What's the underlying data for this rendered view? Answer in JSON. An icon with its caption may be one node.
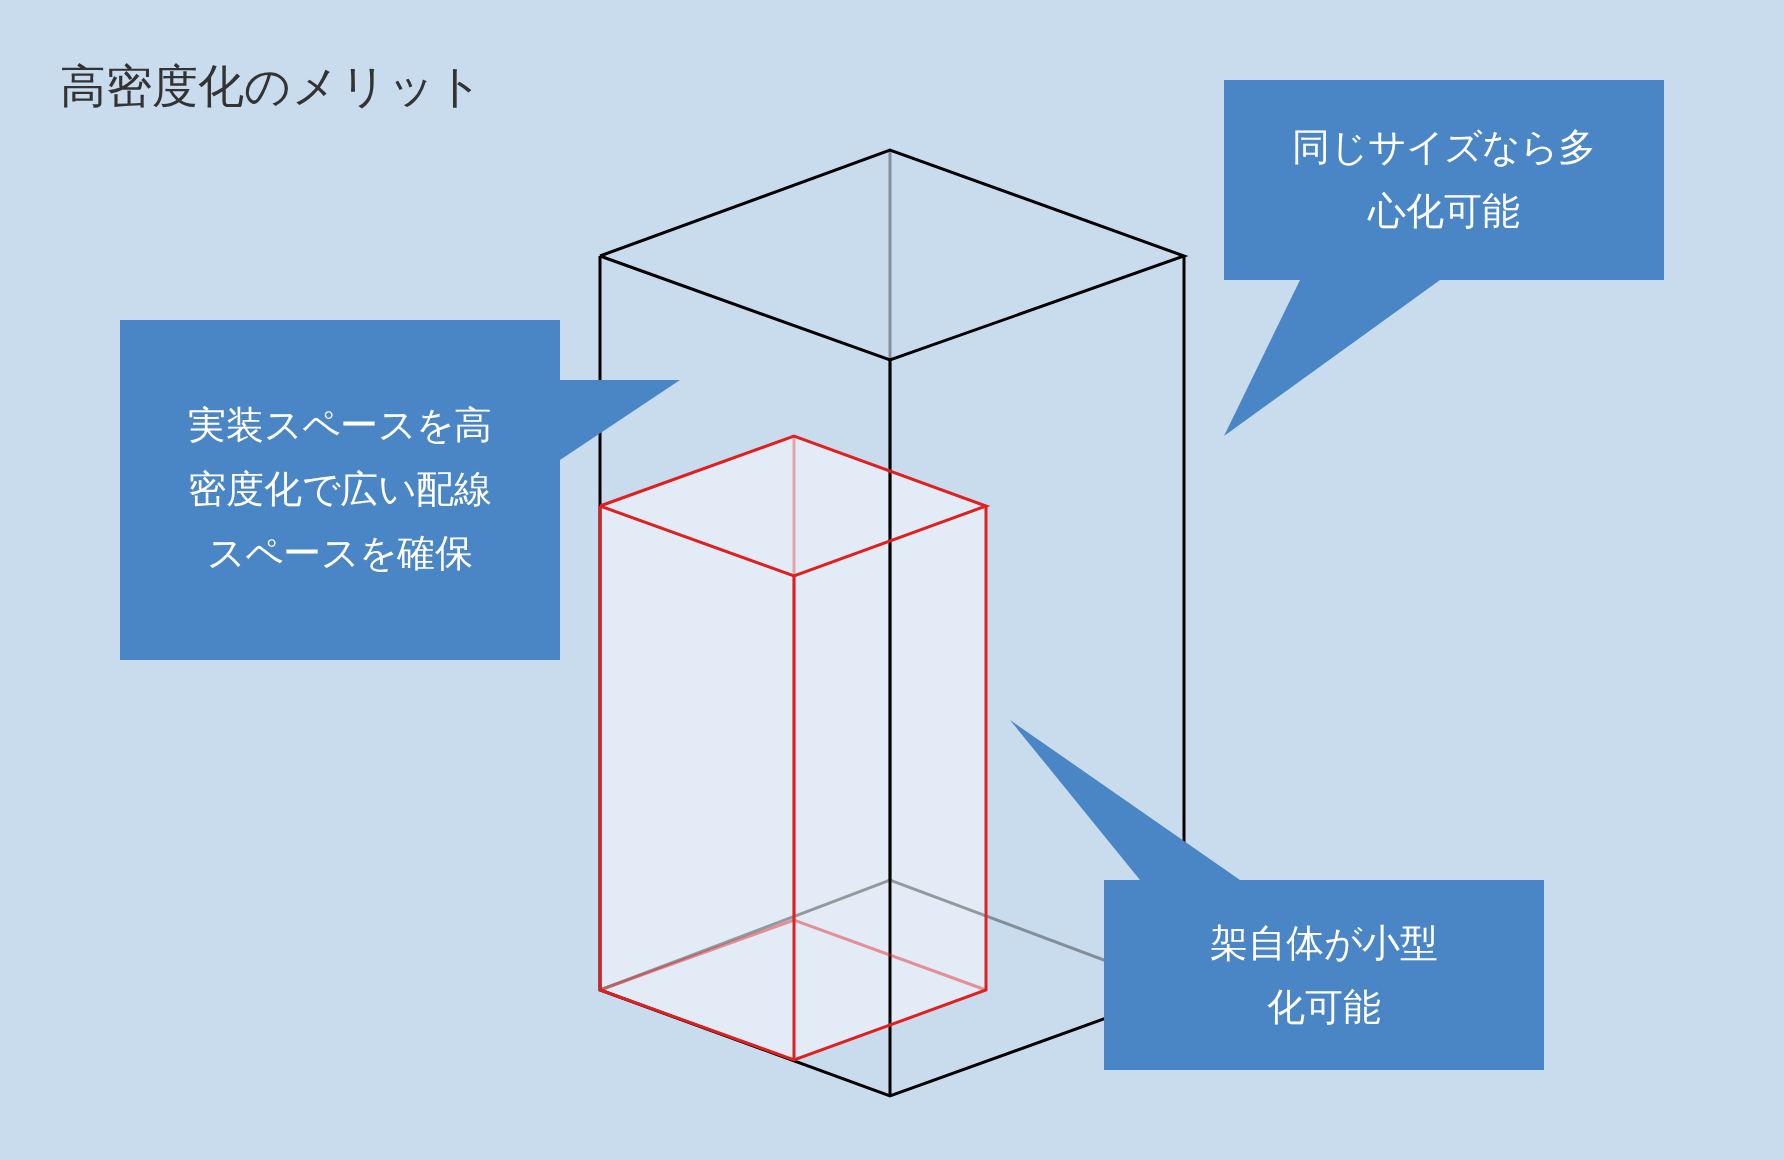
{
  "diagram": {
    "title": "高密度化のメリット",
    "nodes": [
      {
        "text": [
          "実装スペースを高密度化で広い配線スペースを確保"
        ]
      },
      {
        "text": [
          "同じサイズなら多心化可能"
        ]
      },
      {
        "text": [
          "架自体が小型化可能"
        ]
      }
    ]
  }
}
